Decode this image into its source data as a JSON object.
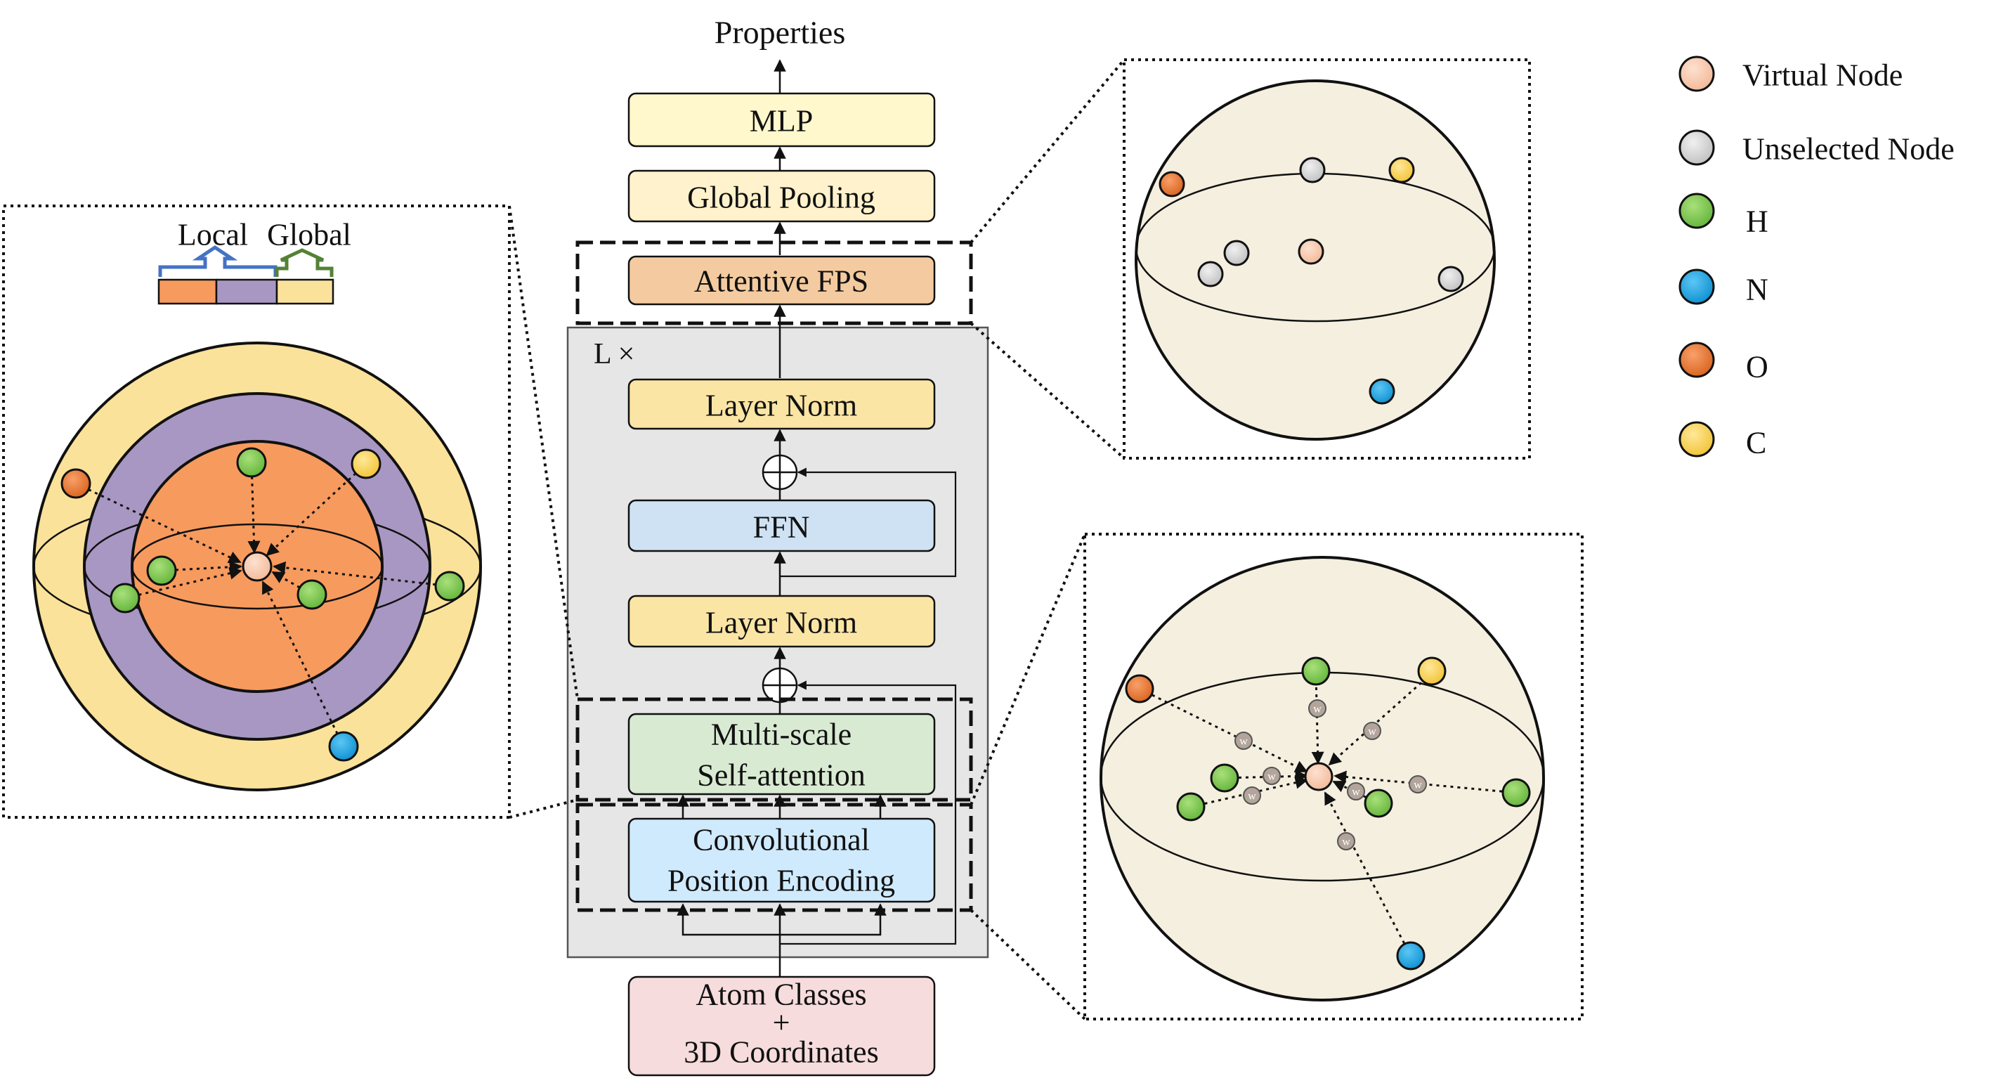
{
  "pipeline": {
    "output_label": "Properties",
    "mlp": "MLP",
    "global_pooling": "Global Pooling",
    "attentive_fps": "Attentive FPS",
    "repeat_label": "L ×",
    "layer_norm_top": "Layer Norm",
    "ffn": "FFN",
    "layer_norm_bottom": "Layer Norm",
    "msa_line1": "Multi-scale",
    "msa_line2": "Self-attention",
    "cpe_line1": "Convolutional",
    "cpe_line2": "Position Encoding",
    "input_line1": "Atom Classes",
    "input_line2": "+",
    "input_line3": "3D Coordinates"
  },
  "multiscale_panel": {
    "local_label": "Local",
    "global_label": "Global"
  },
  "edge_weight_label": "w",
  "legend": [
    {
      "label": "Virtual Node",
      "color": "#f8cbad"
    },
    {
      "label": "Unselected Node",
      "color": "#d9d9d9"
    },
    {
      "label": "H",
      "color": "#7ec850"
    },
    {
      "label": "N",
      "color": "#1aa7e8"
    },
    {
      "label": "O",
      "color": "#ed7d31"
    },
    {
      "label": "C",
      "color": "#ffd966"
    }
  ],
  "colors": {
    "mlp_fill": "#fff8cc",
    "pooling_fill": "#fff2cc",
    "fps_fill": "#f4cba0",
    "layernorm_fill": "#fbe5a5",
    "ffn_fill": "#cfe2f3",
    "msa_fill": "#d9ead3",
    "cpe_fill": "#cfeafd",
    "input_fill": "#f6dcdc",
    "block_fill": "#e6e6e6",
    "sphere_fill": "#f4efdf",
    "outer_yellow": "#fbe29a",
    "mid_purple": "#a897c2",
    "inner_orange": "#f79a5e"
  }
}
